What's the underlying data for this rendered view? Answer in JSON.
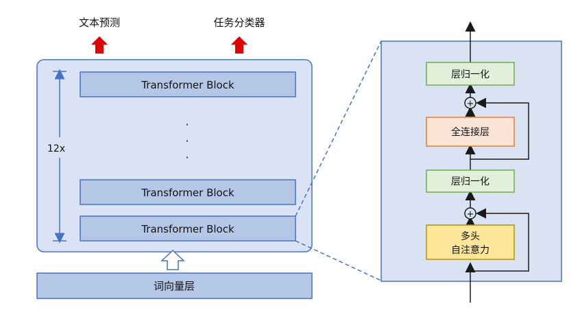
{
  "outputs": {
    "text_prediction": "文本预测",
    "task_classifier": "任务分类器"
  },
  "stack": {
    "repeat_label": "12x",
    "blocks": [
      "Transformer Block",
      "Transformer Block",
      "Transformer Block"
    ],
    "ellipsis": [
      "·",
      "·",
      "·"
    ]
  },
  "embedding": {
    "label": "词向量层"
  },
  "detail": {
    "layer_norm_top": "层归一化",
    "feed_forward": "全连接层",
    "layer_norm_bottom": "层归一化",
    "attention_line1": "多头",
    "attention_line2": "自注意力",
    "add_symbol": "+"
  },
  "colors": {
    "outer_fill": "#dae3f3",
    "outer_stroke": "#4472c4",
    "block_fill": "#b4c7e7",
    "block_stroke": "#4472c4",
    "red_arrow": "#e00000",
    "norm_fill": "#e2f0d9",
    "norm_stroke": "#70ad47",
    "ffn_fill": "#fbe5d6",
    "ffn_stroke": "#ed7d31",
    "attn_fill": "#ffe699",
    "attn_stroke": "#bf9000",
    "dashed": "#4472c4"
  }
}
